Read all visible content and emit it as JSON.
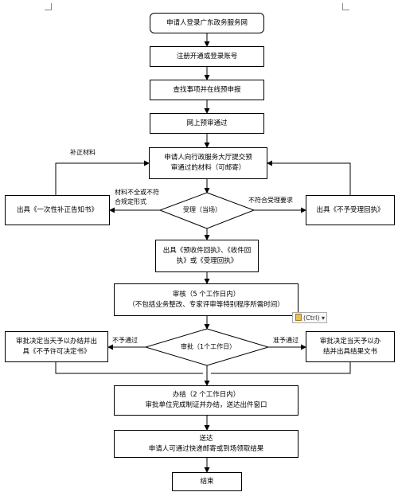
{
  "nodes": {
    "n1": "申请人登录广东政务服务网",
    "n2": "注册开通或登录账号",
    "n3": "查找事项并在线预申报",
    "n4": "网上预审通过",
    "n5": [
      "申请人向行政服务大厅提交预",
      "审通过的材料（可邮寄）"
    ],
    "n6": "受理（当场）",
    "n_left1": "出具《一次性补正告知书》",
    "n_right1": "出具《不予受理回执》",
    "n7": [
      "出具《预收件回执》、《收件回",
      "执》或《受理回执》"
    ],
    "n8": [
      "审核（5 个工作日内）",
      "（不包括业务整改、专家评审等特别程序所需时间）"
    ],
    "n9": "审批（1个工作日）",
    "n_left2": [
      "审批决定当天予以办结并出",
      "具《不予许可决定书》"
    ],
    "n_right2": [
      "审批决定当天予以办",
      "结并出具结果文书"
    ],
    "n10": [
      "办结（2 个工作日内）",
      "审批单位完成制证并办结，送达出件窗口"
    ],
    "n11": [
      "送达",
      "申请人可通过快递邮寄或到场领取结果"
    ],
    "n12": "结束"
  },
  "edge_labels": {
    "supplement": "补正材料",
    "incomplete": [
      "材料不全或不符",
      "合规定形式"
    ],
    "not_compliant": "不符合受理要求",
    "not_pass": "不予通过",
    "approve_pass": "准予通过"
  },
  "paste_options": "(Ctrl)"
}
